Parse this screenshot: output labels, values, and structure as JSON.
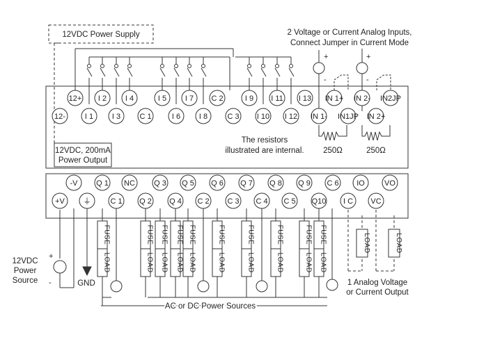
{
  "annotations": {
    "power_supply": "12VDC Power Supply",
    "analog_inputs_line1": "2 Voltage or Current Analog Inputs,",
    "analog_inputs_line2": "Connect Jumper in Current Mode",
    "output_12v_line1": "12VDC, 200mA",
    "output_12v_line2": "Power Output",
    "resistor_note_line1": "The resistors",
    "resistor_note_line2": "illustrated are internal.",
    "resistor_value_1": "250Ω",
    "resistor_value_2": "250Ω",
    "power_source_line1": "12VDC",
    "power_source_line2": "Power",
    "power_source_line3": "Source",
    "plus": "+",
    "minus": "-",
    "gnd": "GND",
    "ac_dc_sources": "AC or DC Power Sources",
    "analog_output_line1": "1 Analog Voltage",
    "analog_output_line2": "or Current Output",
    "fuse": "FUSE",
    "load": "LOAD"
  },
  "input_terminals": {
    "top_row": [
      "12+",
      "I 2",
      "I 4",
      "I 5",
      "I 7",
      "C 2",
      "I 9",
      "I 11",
      "I 13",
      "IN 1+",
      "IN 2-",
      "IN2JP"
    ],
    "bottom_row": [
      "12-",
      "I 1",
      "I 3",
      "C 1",
      "I 6",
      "I 8",
      "C 3",
      "I 10",
      "I 12",
      "IN 1-",
      "IN1JP",
      "IN 2+"
    ]
  },
  "output_terminals": {
    "top_row": [
      "-V",
      "Q 1",
      "NC",
      "Q 3",
      "Q 5",
      "Q 6",
      "Q 7",
      "Q 8",
      "Q 9",
      "C 6",
      "IO",
      "VO"
    ],
    "bottom_row": [
      "+V",
      "⏚",
      "C 1",
      "Q 2",
      "Q 4",
      "C 2",
      "C 3",
      "C 4",
      "C 5",
      "Q10",
      "I C",
      "VC"
    ]
  }
}
